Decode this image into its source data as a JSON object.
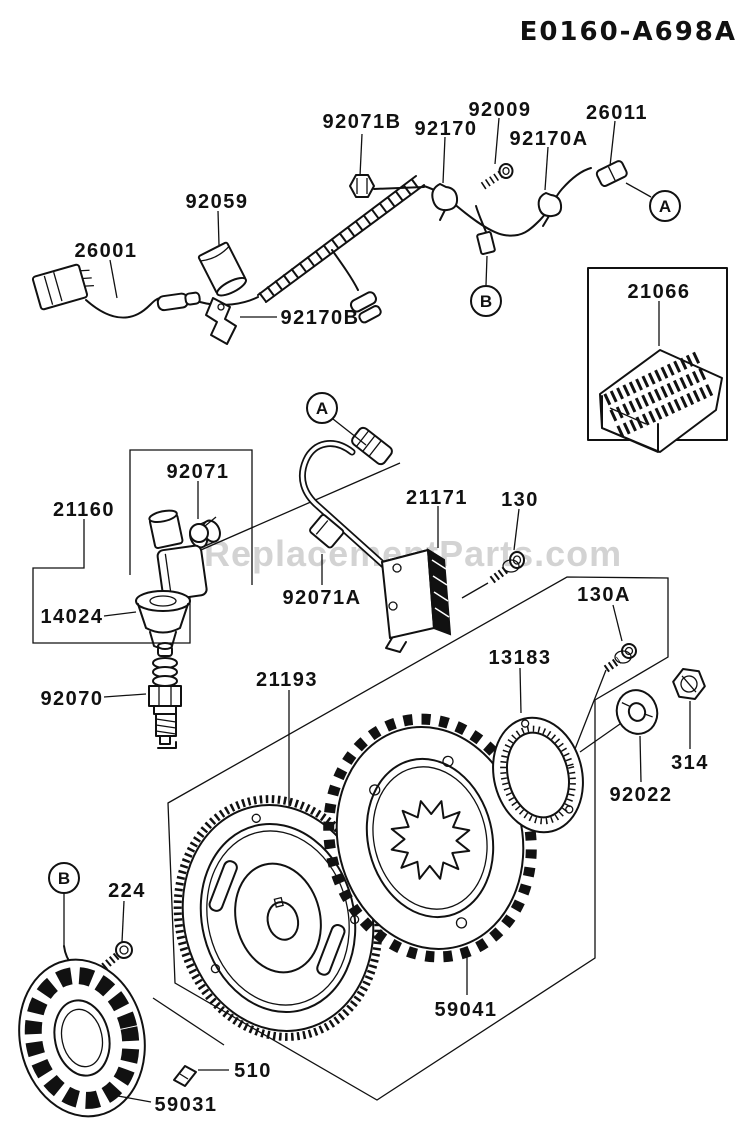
{
  "diagram": {
    "title": "E0160-A698A",
    "watermark": "eReplacementParts.com",
    "background_color": "#ffffff",
    "line_color": "#111111",
    "watermark_color": "#c9c9c9"
  },
  "callouts": {
    "c92071B": "92071B",
    "c92170": "92170",
    "c92009": "92009",
    "c92170A": "92170A",
    "c26011": "26011",
    "c92059": "92059",
    "c26001": "26001",
    "c92170B": "92170B",
    "c21066": "21066",
    "c92071": "92071",
    "c21160": "21160",
    "c21171": "21171",
    "c130": "130",
    "c92071A": "92071A",
    "c14024": "14024",
    "c92070": "92070",
    "c21193": "21193",
    "c13183": "13183",
    "c130A": "130A",
    "c314": "314",
    "c92022": "92022",
    "c224": "224",
    "c59041": "59041",
    "c510": "510",
    "c59031": "59031"
  },
  "ref_markers": {
    "top_a": "A",
    "top_b": "B",
    "mid_a": "A",
    "bottom_b": "B"
  }
}
